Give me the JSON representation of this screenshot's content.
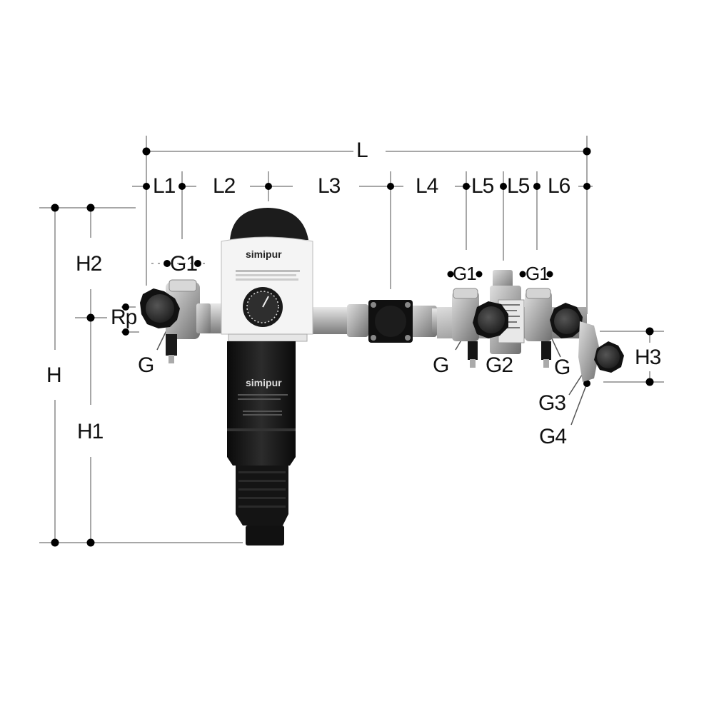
{
  "diagram": {
    "type": "technical dimension drawing",
    "subject": "Water filter station with pressure reducer and valve manifold",
    "brand_label_top": "simipur",
    "brand_label_bottom": "simipur",
    "dimension_labels": {
      "L": "L",
      "L1": "L1",
      "L2": "L2",
      "L3": "L3",
      "L4": "L4",
      "L5a": "L5",
      "L5b": "L5",
      "L6": "L6",
      "H": "H",
      "H1": "H1",
      "H2": "H2",
      "H3": "H3"
    },
    "connection_labels": {
      "G1_left": "G1",
      "G1_mid": "G1",
      "G1_right": "G1",
      "Rp": "Rp",
      "G_left": "G",
      "G_mid": "G",
      "G_right": "G",
      "G2": "G2",
      "G3": "G3",
      "G4": "G4"
    },
    "colors": {
      "line": "#8a8a8a",
      "dot": "#000000",
      "text": "#111111",
      "filter_body": "#1a1a1a",
      "filter_head": "#f2f2f2",
      "brass": "#b8b8b8",
      "knob": "#2a2a2a"
    }
  }
}
